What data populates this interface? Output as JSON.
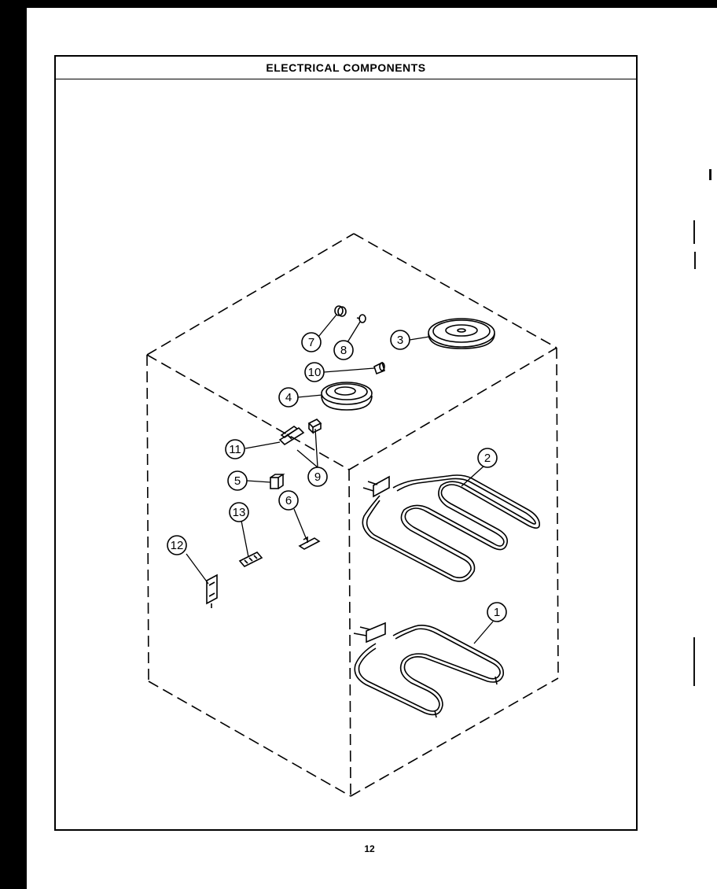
{
  "title": "ELECTRICAL COMPONENTS",
  "page_number": "12",
  "callouts": [
    "1",
    "2",
    "3",
    "4",
    "5",
    "6",
    "7",
    "8",
    "9",
    "10",
    "11",
    "12",
    "13"
  ]
}
